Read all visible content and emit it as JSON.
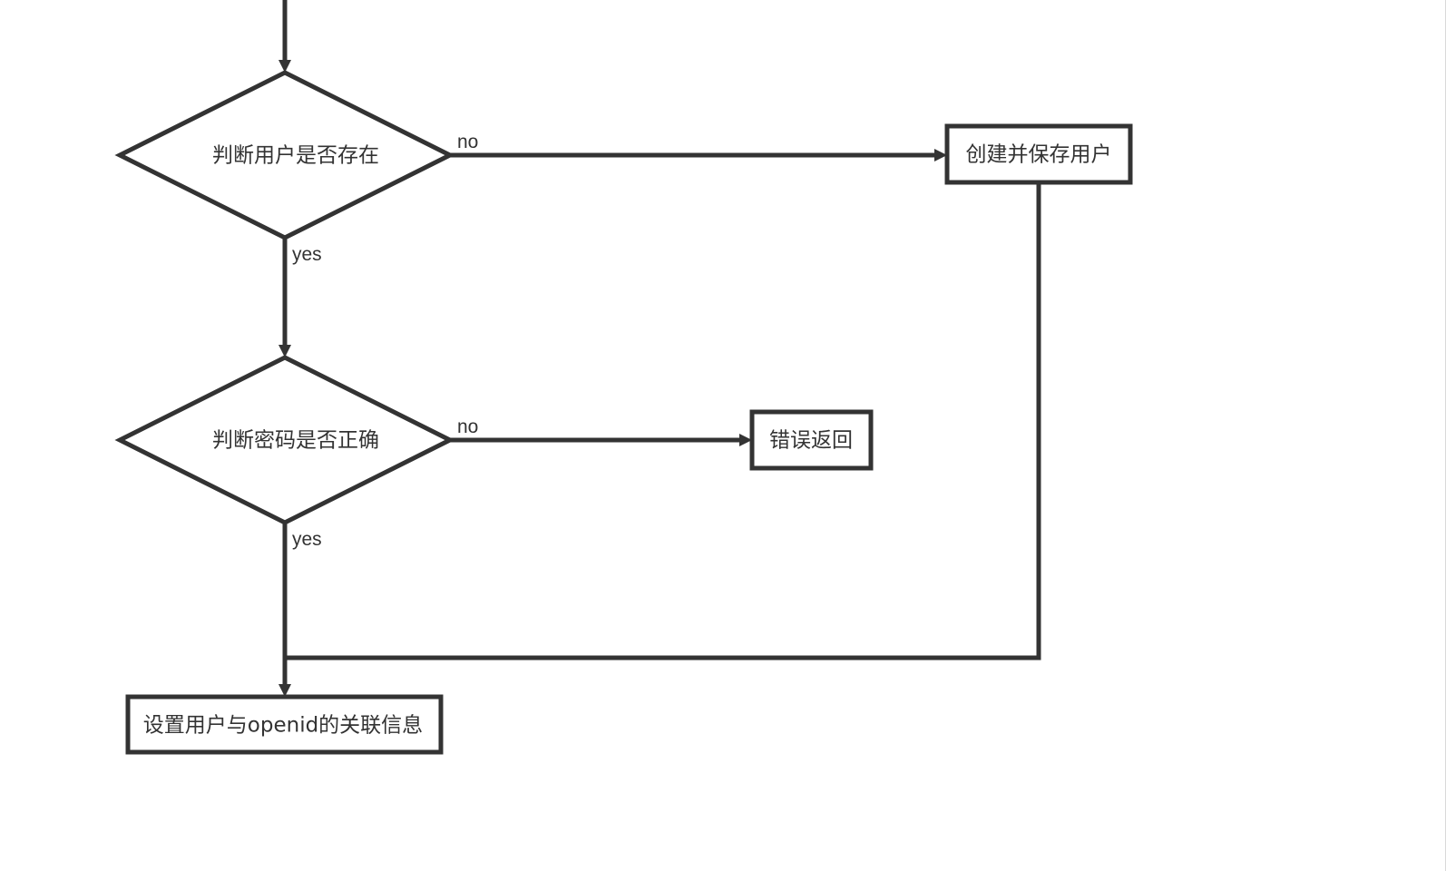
{
  "nodes": {
    "check_user_exists": "判断用户是否存在",
    "check_password": "判断密码是否正确",
    "create_user": "创建并保存用户",
    "error_return": "错误返回",
    "set_openid": "设置用户与openid的关联信息"
  },
  "edges": {
    "user_exists_no": "no",
    "user_exists_yes": "yes",
    "password_no": "no",
    "password_yes": "yes"
  },
  "colors": {
    "stroke": "#333333",
    "background": "#ffffff"
  }
}
